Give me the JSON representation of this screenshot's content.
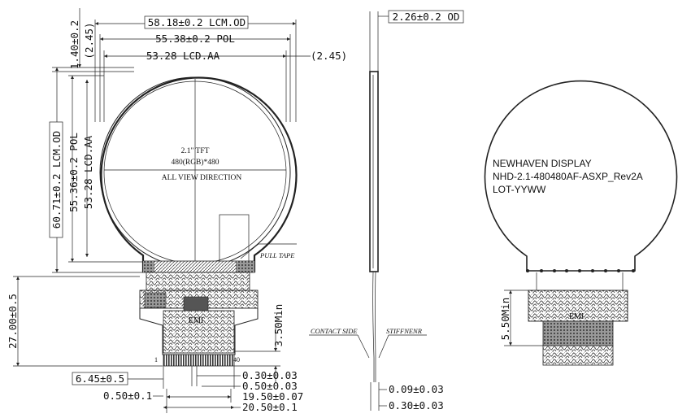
{
  "front_view": {
    "dims_top": {
      "lcm_od": "58.18±0.2  LCM.OD",
      "pol": "55.38±0.2  POL",
      "lcd_aa": "53.28  LCD.AA",
      "offset": "(2.45)"
    },
    "dims_left": {
      "top_gap": "1.40±0.2",
      "top_offset": "(2.45)",
      "lcm_od": "60.71±0.2  LCM.OD",
      "pol": "55.36±0.2  POL",
      "lcd_aa": "53.28  LCD.AA",
      "total": "27.00±0.5"
    },
    "center_text": {
      "line1": "2.1\"  TFT",
      "line2": "480(RGB)*480",
      "line3": "ALL  VIEW  DIRECTION"
    },
    "pull_tape": "PULL TAPE",
    "emi": "EMI",
    "pin_first": "1",
    "pin_last": "40",
    "dims_bottom": {
      "min_len": "3.50Min",
      "pitch_width": "6.45±0.5",
      "pin_width": "0.30±0.03",
      "pin_gap": "0.50±0.03",
      "pitch": "0.50±0.1",
      "pin_span": "19.50±0.07",
      "fpc_width": "20.50±0.1"
    }
  },
  "side_view": {
    "thickness": "2.26±0.2  OD",
    "contact_side": "CONTACT SIDE",
    "stiffener": "STIFFNENR",
    "fpc_thickness": "0.09±0.03",
    "stiffener_thickness": "0.30±0.03"
  },
  "back_view": {
    "label_line1": "NEWHAVEN DISPLAY",
    "label_line2": "NHD-2.1-480480AF-ASXP_Rev2A",
    "label_line3": "LOT-YYWW",
    "min_len": "5.50Min",
    "emi": "EMI"
  }
}
